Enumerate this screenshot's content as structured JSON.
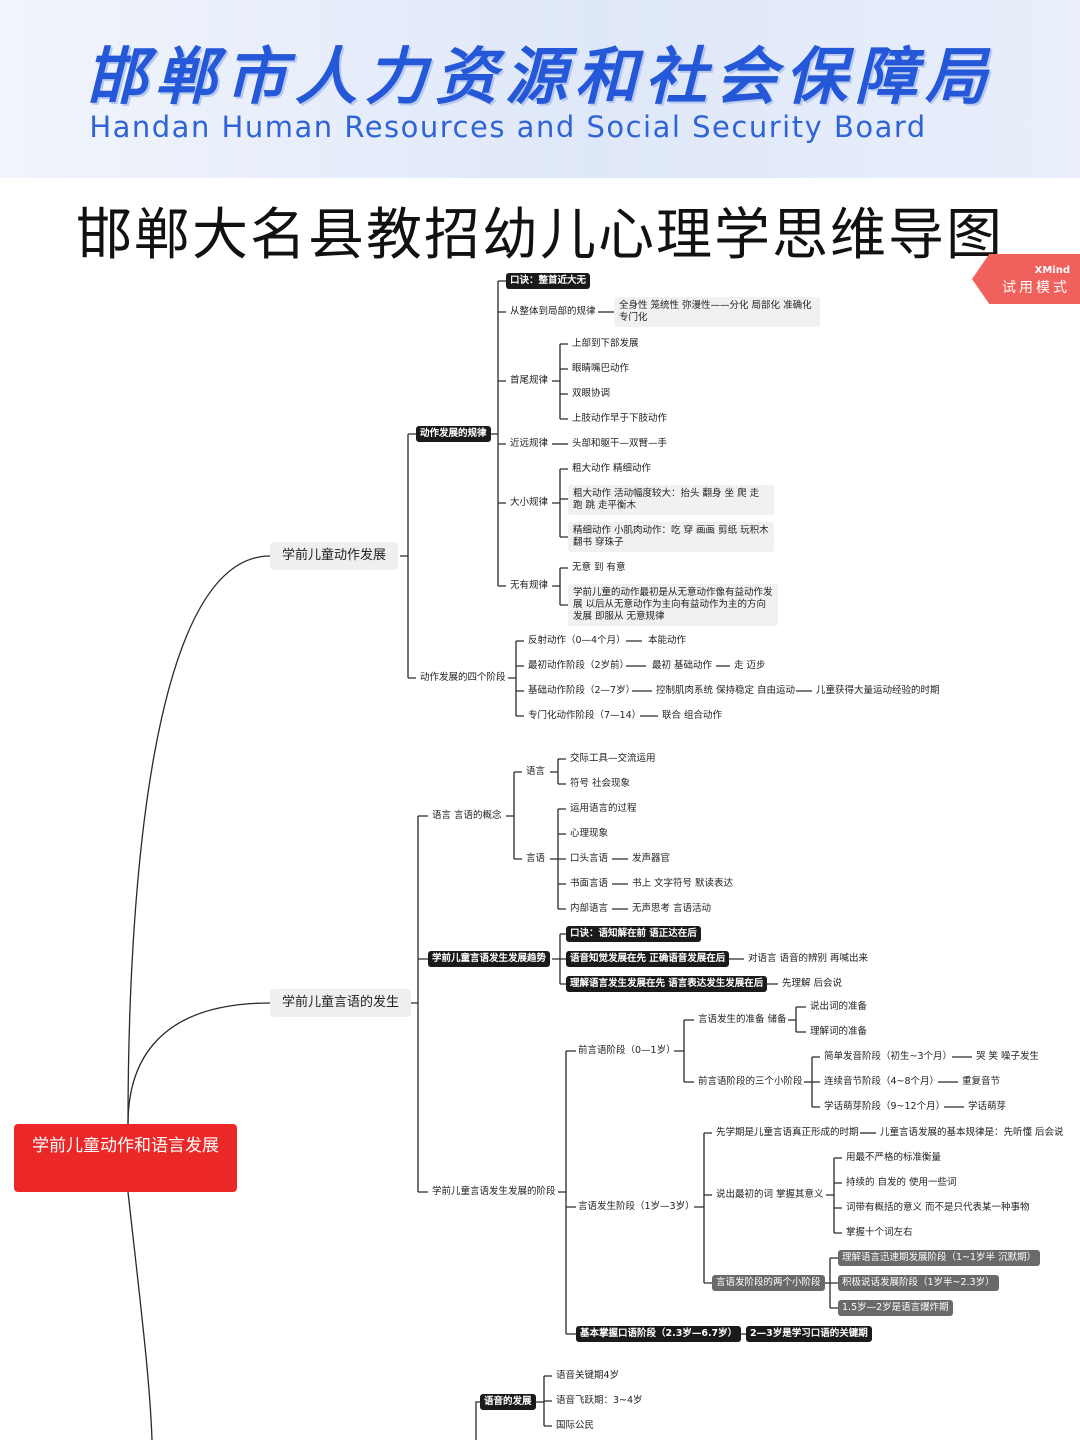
{
  "banner": {
    "title_cn": "邯郸市人力资源和社会保障局",
    "title_en": "Handan Human Resources and Social Security Board"
  },
  "page_title": "邯郸大名县教招幼儿心理学思维导图",
  "watermark": {
    "brand": "XMind",
    "mode": "试用模式"
  },
  "colors": {
    "root": "#ec2727",
    "dark_node": "#1a1a1a",
    "gray_node": "#6a6a6a",
    "watermark": "#f0605c",
    "banner_text": "#2458d8"
  },
  "mindmap": {
    "root": "学前儿童动作和语言发展",
    "motor": {
      "label": "学前儿童动作发展",
      "rules": {
        "label": "动作发展的规律",
        "mnemonic": "口诀：整首近大无",
        "whole_to_part": {
          "label": "从整体到局部的规律",
          "detail": "全身性 笼统性 弥漫性——分化 局部化 准确化 专门化"
        },
        "head_tail": {
          "label": "首尾规律",
          "items": [
            "上部到下部发展",
            "眼睛嘴巴动作",
            "双眼协调",
            "上肢动作早于下肢动作"
          ]
        },
        "near_far": {
          "label": "近远规律",
          "detail": "头部和躯干—双臂—手"
        },
        "size": {
          "label": "大小规律",
          "items": [
            "粗大动作 精细动作",
            "粗大动作 活动幅度较大：抬头 翻身 坐 爬 走 跑 跳 走平衡木",
            "精细动作 小肌肉动作：吃 穿 画画 剪纸 玩积木 翻书 穿珠子"
          ]
        },
        "intent": {
          "label": "无有规律",
          "items": [
            "无意 到 有意",
            "学前儿童的动作最初是从无意动作像有益动作发展 以后从无意动作为主向有益动作为主的方向发展 即服从 无意规律"
          ]
        }
      },
      "stages": {
        "label": "动作发展的四个阶段",
        "items": [
          {
            "label": "反射动作（0—4个月）",
            "details": [
              "本能动作"
            ]
          },
          {
            "label": "最初动作阶段（2岁前）",
            "details": [
              "最初 基础动作",
              "走 迈步"
            ]
          },
          {
            "label": "基础动作阶段（2—7岁）",
            "details": [
              "控制肌肉系统 保持稳定 自由运动",
              "儿童获得大量运动经验的时期"
            ]
          },
          {
            "label": "专门化动作阶段（7—14）",
            "details": [
              "联合 组合动作"
            ]
          }
        ]
      }
    },
    "speech": {
      "label": "学前儿童言语的发生",
      "concept": {
        "label": "语言 言语的概念",
        "language": {
          "label": "语言",
          "items": [
            "交际工具—交流运用",
            "符号 社会现象"
          ]
        },
        "speech": {
          "label": "言语",
          "items": [
            {
              "label": "运用语言的过程"
            },
            {
              "label": "心理现象"
            },
            {
              "label": "口头言语",
              "detail": "发声器官"
            },
            {
              "label": "书面言语",
              "detail": "书上 文字符号 默读表达"
            },
            {
              "label": "内部语言",
              "detail": "无声思考 言语活动"
            }
          ]
        }
      },
      "trend": {
        "label": "学前儿童言语发生发展趋势",
        "mnemonic": "口诀：语知解在前 语正达在后",
        "perception": {
          "label": "语音知觉发展在先 正确语音发展在后",
          "detail": "对语言 语音的辨别 再喊出来"
        },
        "comprehension": {
          "label": "理解语言发生发展在先 语言表达发生发展在后",
          "detail": "先理解 后会说"
        }
      },
      "stages": {
        "label": "学前儿童言语发生发展的阶段",
        "pre": {
          "label": "前言语阶段（0—1岁）",
          "prep": {
            "label": "言语发生的准备 储备",
            "items": [
              "说出词的准备",
              "理解词的准备"
            ]
          },
          "substages": {
            "label": "前言语阶段的三个小阶段",
            "items": [
              {
                "label": "简单发音阶段（初生~3个月）",
                "detail": "哭 笑 噪子发生"
              },
              {
                "label": "连续音节阶段（4~8个月）",
                "detail": "重复音节"
              },
              {
                "label": "学话萌芽阶段（9~12个月）",
                "detail": "学话萌芽"
              }
            ]
          }
        },
        "emergence": {
          "label": "言语发生阶段（1岁—3岁）",
          "first_word": {
            "label": "先学期是儿童言语真正形成的时期",
            "detail": "儿童言语发展的基本规律是：先听懂 后会说"
          },
          "meaning": {
            "label": "说出最初的词 掌握其意义",
            "items": [
              "用最不严格的标准衡量",
              "持续的 自发的 使用一些词",
              "词带有概括的意义 而不是只代表某一种事物",
              "掌握十个词左右"
            ]
          },
          "two_stages": {
            "label": "言语发阶段的两个小阶段",
            "items": [
              "理解语言迅速期发展阶段（1~1岁半 沉默期）",
              "积极说话发展阶段（1岁半~2.3岁）",
              "1.5岁—2岁是语言爆炸期"
            ]
          }
        },
        "basic": {
          "label": "基本掌握口语阶段（2.3岁—6.7岁）",
          "detail": "2—3岁是学习口语的关键期"
        }
      }
    },
    "phonetics": {
      "label": "语音的发展",
      "items": [
        "语音关键期4岁",
        "语音飞跃期：3~4岁",
        "国际公民"
      ]
    }
  }
}
